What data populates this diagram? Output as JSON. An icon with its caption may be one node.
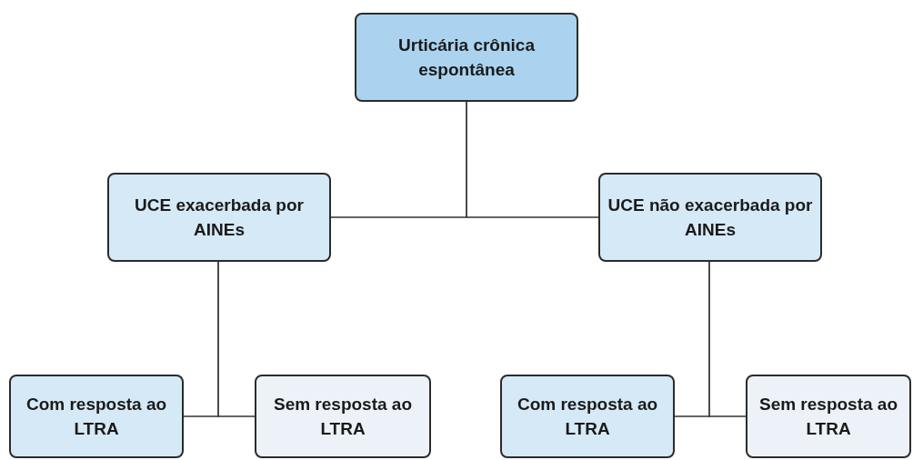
{
  "diagram": {
    "nodes": [
      {
        "text": [
          "Urticária crônica espontânea"
        ]
      },
      {
        "text": [
          "UCE exacerbada por AINEs"
        ]
      },
      {
        "text": [
          "UCE não exacerbada por AINEs"
        ]
      },
      {
        "text": [
          "Com resposta ao LTRA"
        ]
      },
      {
        "text": [
          "Sem resposta ao LTRA"
        ]
      },
      {
        "text": [
          "Com resposta ao LTRA"
        ]
      },
      {
        "text": [
          "Sem resposta ao LTRA"
        ]
      }
    ],
    "edges": [
      {
        "from": 0,
        "to": 1,
        "arrow": "none"
      },
      {
        "from": 0,
        "to": 2,
        "arrow": "none"
      },
      {
        "from": 1,
        "to": 3,
        "arrow": "none"
      },
      {
        "from": 1,
        "to": 4,
        "arrow": "none"
      },
      {
        "from": 2,
        "to": 5,
        "arrow": "none"
      },
      {
        "from": 2,
        "to": 6,
        "arrow": "none"
      }
    ]
  }
}
